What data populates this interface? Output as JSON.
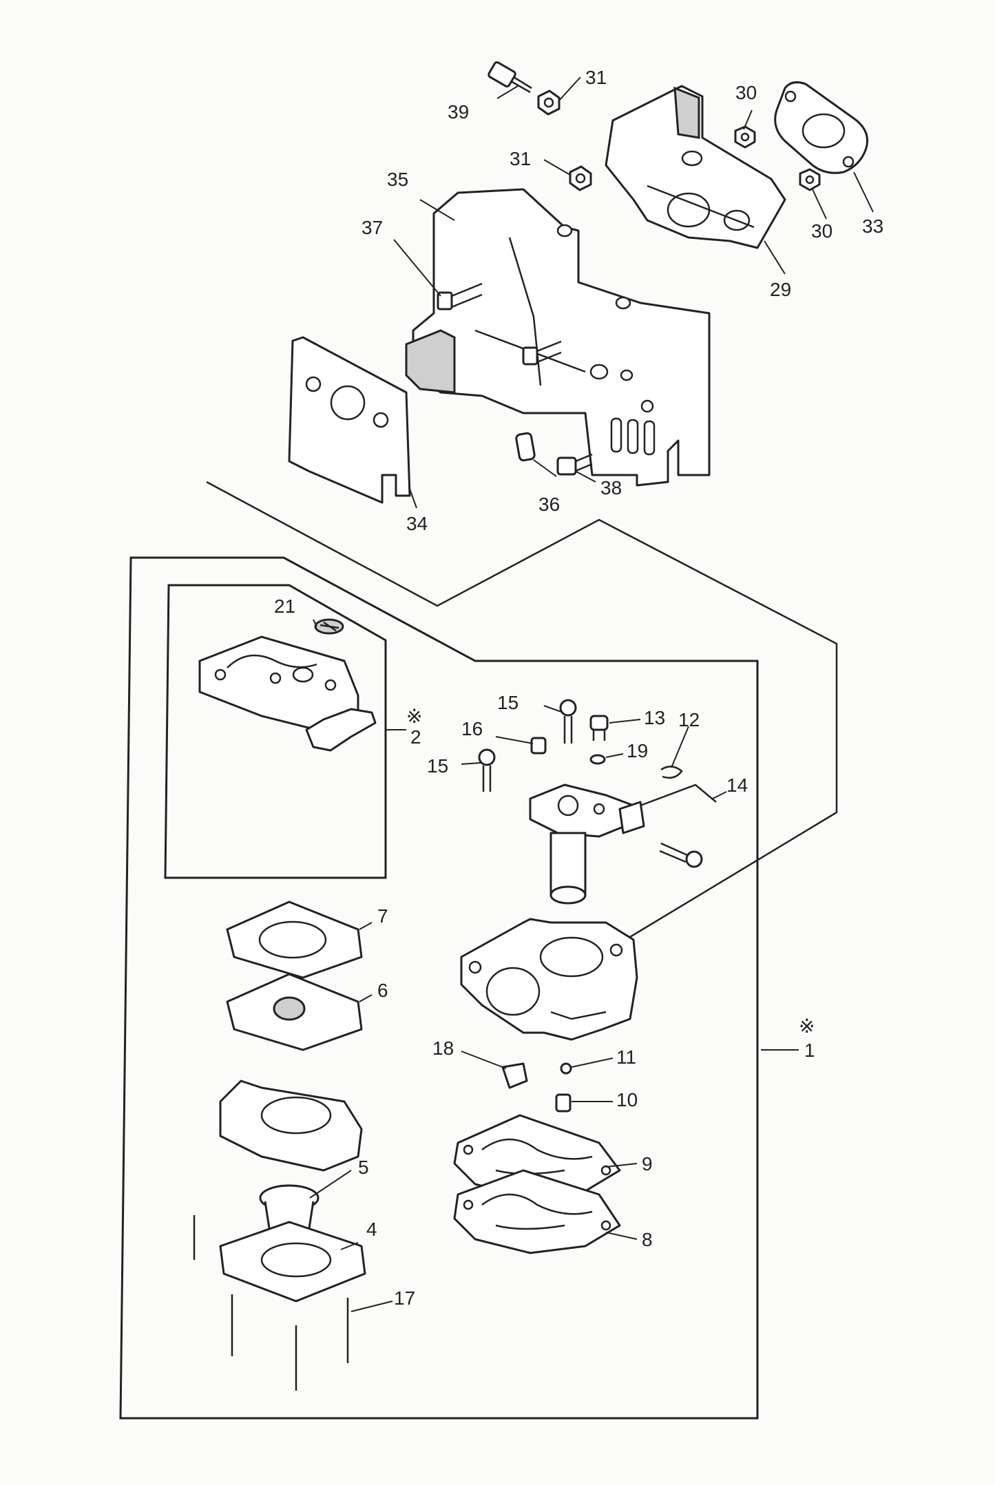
{
  "callouts": {
    "c1": "1",
    "c1_mark": "※",
    "c2": "2",
    "c2_mark": "※",
    "c4": "4",
    "c5": "5",
    "c6": "6",
    "c7": "7",
    "c8": "8",
    "c9": "9",
    "c10": "10",
    "c11": "11",
    "c12": "12",
    "c13": "13",
    "c14": "14",
    "c15a": "15",
    "c15b": "15",
    "c16": "16",
    "c17": "17",
    "c18": "18",
    "c19": "19",
    "c21": "21",
    "c29": "29",
    "c30a": "30",
    "c30b": "30",
    "c31a": "31",
    "c31b": "31",
    "c33": "33",
    "c34": "34",
    "c35": "35",
    "c36": "36",
    "c37": "37",
    "c38": "38",
    "c39": "39"
  }
}
